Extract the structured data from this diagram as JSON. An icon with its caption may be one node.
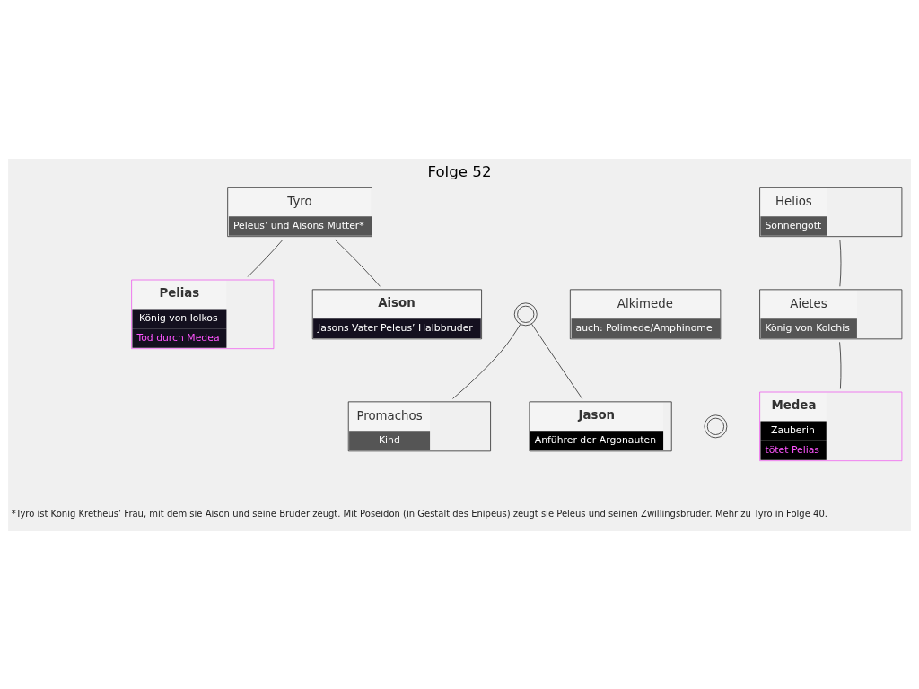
{
  "diagram": {
    "title": "Folge 52",
    "nodes": [
      {
        "text": [
          "Tyro",
          "Peleus’ und Aisons Mutter*"
        ]
      },
      {
        "text": [
          "Pelias",
          "König von Iolkos",
          "Tod durch Medea"
        ]
      },
      {
        "text": [
          "Aison",
          "Jasons Vater Peleus’ Halbbruder"
        ]
      },
      {
        "text": [],
        "shape": "circle"
      },
      {
        "text": [
          "Alkimede",
          "auch: Polimede/Amphinome"
        ]
      },
      {
        "text": [
          "Helios",
          "Sonnengott"
        ]
      },
      {
        "text": [
          "Aietes",
          "König von Kolchis"
        ]
      },
      {
        "text": [
          "Promachos",
          "Kind"
        ]
      },
      {
        "text": [
          "Jason",
          "Anführer der Argonauten"
        ]
      },
      {
        "text": [],
        "shape": "circle"
      },
      {
        "text": [
          "Medea",
          "Zauberin",
          "tötet Pelias"
        ]
      }
    ],
    "edges": [
      {
        "from": 0,
        "to": 1,
        "arrow": "none"
      },
      {
        "from": 0,
        "to": 2,
        "arrow": "none"
      },
      {
        "from": 3,
        "to": 7,
        "arrow": "none"
      },
      {
        "from": 3,
        "to": 8,
        "arrow": "none"
      },
      {
        "from": 5,
        "to": 6,
        "arrow": "none"
      },
      {
        "from": 6,
        "to": 10,
        "arrow": "none"
      }
    ],
    "labels": [
      "*Tyro ist König Kretheus’ Frau, mit dem sie Aison und seine Brüder zeugt. Mit Poseidon (in Gestalt des Enipeus) zeugt sie Peleus und seinen Zwillingsbruder. Mehr zu Tyro in Folge 40."
    ]
  }
}
